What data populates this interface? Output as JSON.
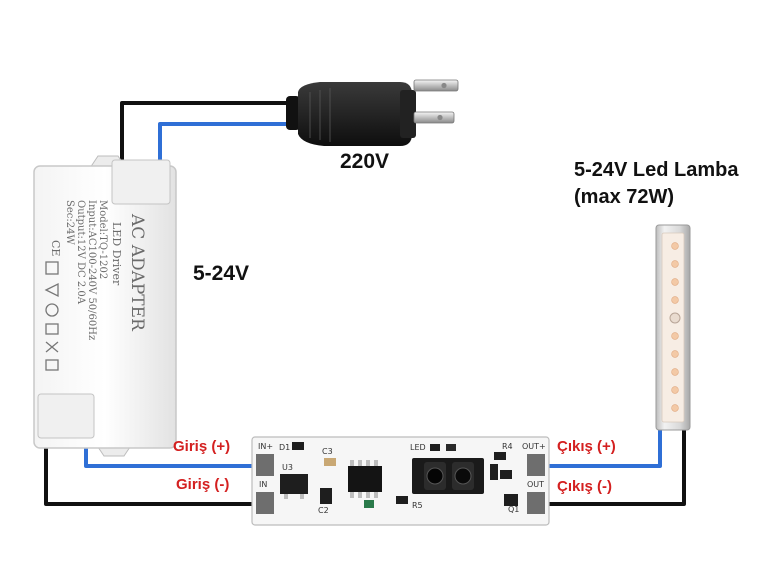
{
  "labels": {
    "mains_voltage": "220V",
    "adapter_output": "5-24V",
    "lamp_title_line1": "5-24V Led Lamba",
    "lamp_title_line2": "(max 72W)",
    "input_plus": "Giriş (+)",
    "input_minus": "Giriş (-)",
    "output_plus": "Çıkış (+)",
    "output_minus": "Çıkış (-)"
  },
  "adapter_print": {
    "title": "AC ADAPTER",
    "subtitle": "LED Driver",
    "model": "Model:TQ-1202",
    "input": "Input:AC100-240V 50/60Hz",
    "output": "Output:12V DC 2.0A",
    "power": "Sec:24W"
  },
  "pcb_print": {
    "in_plus": "IN+",
    "in": "IN",
    "out_plus": "OUT+",
    "out": "OUT",
    "d1": "D1",
    "c3": "C3",
    "u3": "U3",
    "c2": "C2",
    "led": "LED",
    "r5": "R5",
    "r4": "R4",
    "q1": "Q1"
  },
  "colors": {
    "wire_positive": "#2f6fd6",
    "wire_negative": "#111111",
    "label_red": "#d42020",
    "label_black": "#111111"
  }
}
